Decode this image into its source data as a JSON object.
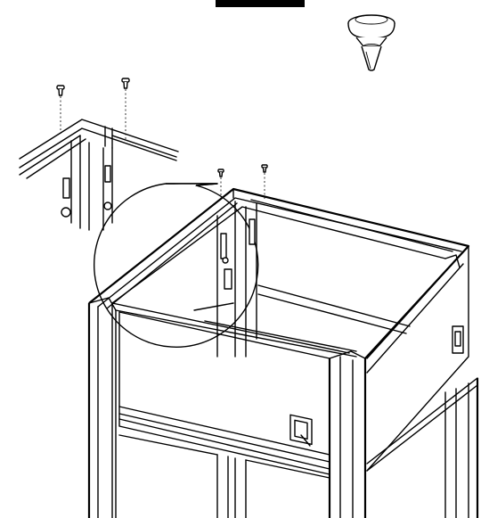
{
  "diagram": {
    "kind": "assembly-instruction",
    "colors": {
      "line": "#000000",
      "background": "#ffffff"
    },
    "parts": [
      {
        "name": "header-bar"
      },
      {
        "name": "plastic-foot-plug"
      },
      {
        "name": "detail-callout"
      },
      {
        "name": "cabinet-frame"
      },
      {
        "name": "screw-pair"
      }
    ]
  }
}
